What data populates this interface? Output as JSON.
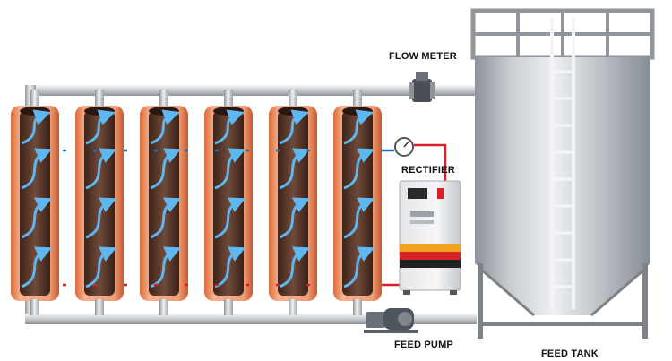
{
  "labels": {
    "flow_meter": "FLOW METER",
    "rectifier": "RECTIFIER",
    "feed_pump": "FEED PUMP",
    "feed_tank": "FEED TANK"
  },
  "colors": {
    "pipe": "#c9cdd2",
    "reactor_outer": "#e88a5a",
    "reactor_core": "#5a3b2e",
    "arrow": "#5fb7f0",
    "tank": "#b9bec4",
    "wire_red": "#d8202a",
    "wire_blue": "#1e6fb8"
  },
  "diagram": {
    "reactor_count": 6
  }
}
